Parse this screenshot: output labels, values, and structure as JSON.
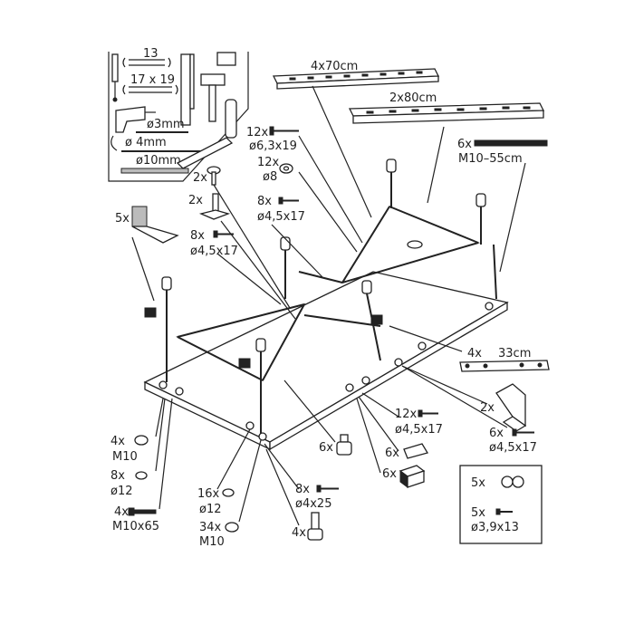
{
  "labels": {
    "rail_70": "4x70cm",
    "rail_80": "2x80cm",
    "rod_count": "6x",
    "rod_size": "M10–55cm",
    "screw_63_count": "12x",
    "screw_63_size": "ø6,3x19",
    "washer_8_count": "12x",
    "washer_8_size": "ø8",
    "screw_45_a_count": "8x",
    "screw_45_a_size": "ø4,5x17",
    "pad_count": "2x",
    "pin_count": "2x",
    "bracket_count": "5x",
    "screw_45_b_count": "8x",
    "screw_45_b_size": "ø4,5x17",
    "strip_33_count": "4x",
    "strip_33_size": "33cm",
    "angle_count": "2x",
    "screw_45_c_count": "12x",
    "screw_45_c_size": "ø4,5x17",
    "screw_45_d_count": "6x",
    "screw_45_d_size": "ø4,5x17",
    "nut_count": "4x",
    "nut_size": "M10",
    "washer12_count": "8x",
    "washer12_size": "ø12",
    "bolt_count": "4x",
    "bolt_size": "M10x65",
    "washer12b_count": "16x",
    "washer12b_size": "ø12",
    "nut34_count": "34x",
    "nut34_size": "M10",
    "foot_count": "6x",
    "clip_count": "6x",
    "block_count": "6x",
    "screw_425_count": "8x",
    "screw_425_size": "ø4x25",
    "leg_count": "4x",
    "cap_count": "5x",
    "screw_39_count": "5x",
    "screw_39_size": "ø3,9x13",
    "tool_wrench_1": "13",
    "tool_wrench_2": "17 x 19",
    "drill_3": "ø3mm",
    "drill_4": "ø 4mm",
    "drill_10": "ø10mm"
  }
}
